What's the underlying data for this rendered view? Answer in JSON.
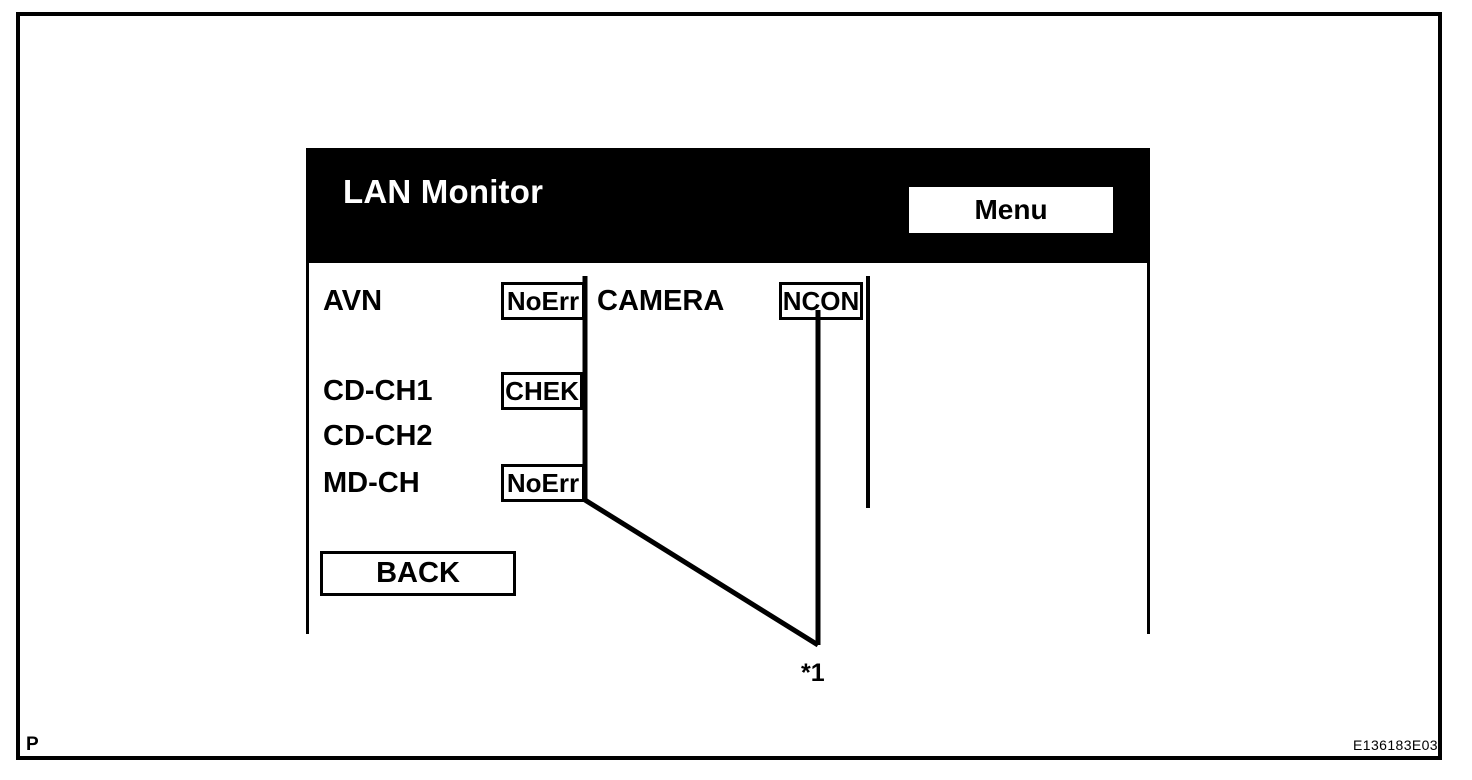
{
  "figure": {
    "page_marker": "P",
    "reference_code": "E136183E03",
    "callout_label": "*1"
  },
  "screen": {
    "header": {
      "title": "LAN Monitor",
      "menu_label": "Menu",
      "background_color": "#000000",
      "text_color": "#ffffff"
    },
    "left_column": [
      {
        "label": "AVN",
        "status": "NoErr"
      },
      {
        "label": "CD-CH1",
        "status": "CHEK"
      },
      {
        "label": "CD-CH2",
        "status": ""
      },
      {
        "label": "MD-CH",
        "status": "NoErr"
      }
    ],
    "right_column": [
      {
        "label": "CAMERA",
        "status": "NCON"
      }
    ],
    "back_label": "BACK"
  }
}
